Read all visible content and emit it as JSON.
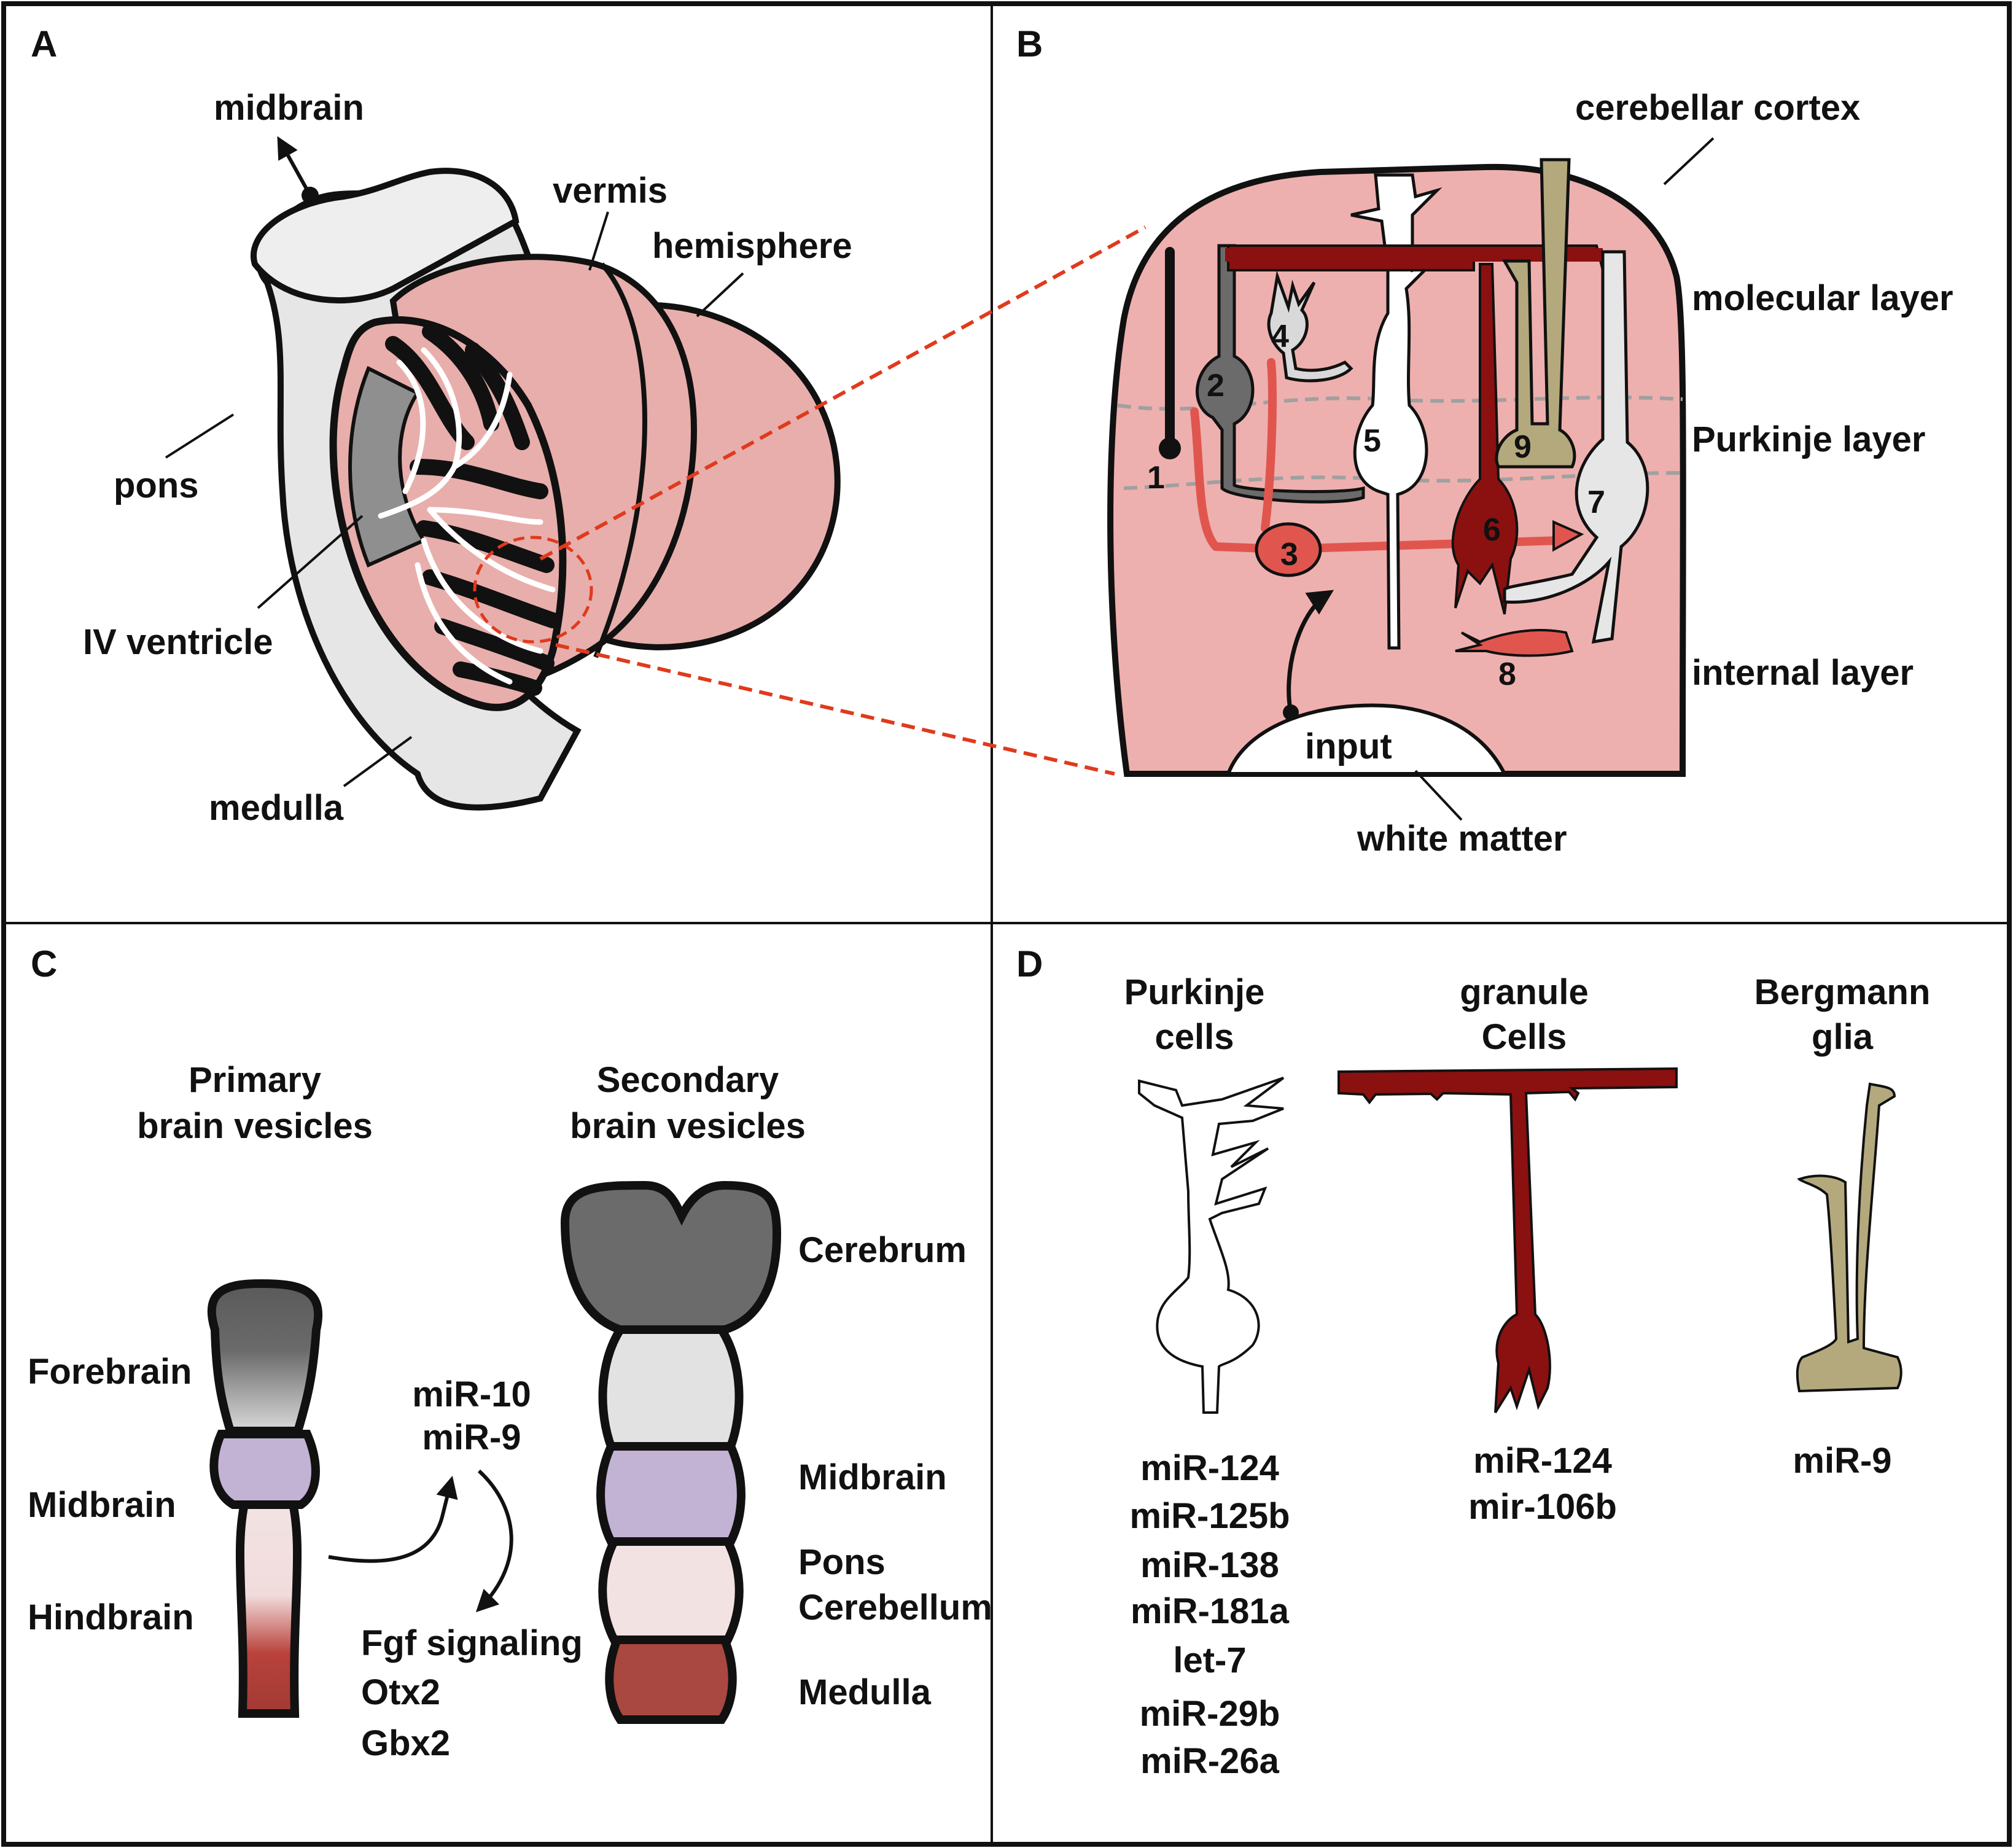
{
  "panels": {
    "a": {
      "letter": "A",
      "labels": {
        "midbrain": "midbrain",
        "vermis": "vermis",
        "hemisphere": "hemisphere",
        "pons": "pons",
        "iv_ventricle": "IV ventricle",
        "medulla": "medulla"
      }
    },
    "b": {
      "letter": "B",
      "labels": {
        "cerebellar_cortex": "cerebellar cortex",
        "molecular_layer": "molecular layer",
        "purkinje_layer": "Purkinje layer",
        "internal_layer": "internal layer",
        "input": "input",
        "white_matter": "white matter"
      },
      "cell_numbers": [
        "1",
        "2",
        "3",
        "4",
        "5",
        "6",
        "7",
        "8",
        "9"
      ]
    },
    "c": {
      "letter": "C",
      "primary_title": [
        "Primary",
        "brain vesicles"
      ],
      "secondary_title": [
        "Secondary",
        "brain vesicles"
      ],
      "primary_labels": [
        "Forebrain",
        "Midbrain",
        "Hindbrain"
      ],
      "secondary_labels": [
        "Cerebrum",
        "Midbrain",
        "Pons",
        "Cerebellum",
        "Medulla"
      ],
      "mirs": [
        "miR-10",
        "miR-9"
      ],
      "targets": [
        "Fgf signaling",
        "Otx2",
        "Gbx2"
      ]
    },
    "d": {
      "letter": "D",
      "columns": [
        {
          "title": [
            "Purkinje",
            "cells"
          ],
          "mirs": [
            "miR-124",
            "miR-125b",
            "miR-138",
            "miR-181a",
            "let-7",
            "miR-29b",
            "miR-26a"
          ]
        },
        {
          "title": [
            "granule",
            "Cells"
          ],
          "mirs": [
            "miR-124",
            "mir-106b"
          ]
        },
        {
          "title": [
            "Bergmann",
            "glia"
          ],
          "mirs": [
            "miR-9"
          ]
        }
      ]
    }
  },
  "colors": {
    "pink": "#e8aeab",
    "dark_red": "#8b1010",
    "red": "#e0564f",
    "gray_dark": "#6b6b6b",
    "gray_light": "#e2e2e2",
    "khaki": "#b4a97d",
    "lilac": "#c2b2d4",
    "medulla_red": "#a84840",
    "pale_pink": "#f3e2e2"
  }
}
